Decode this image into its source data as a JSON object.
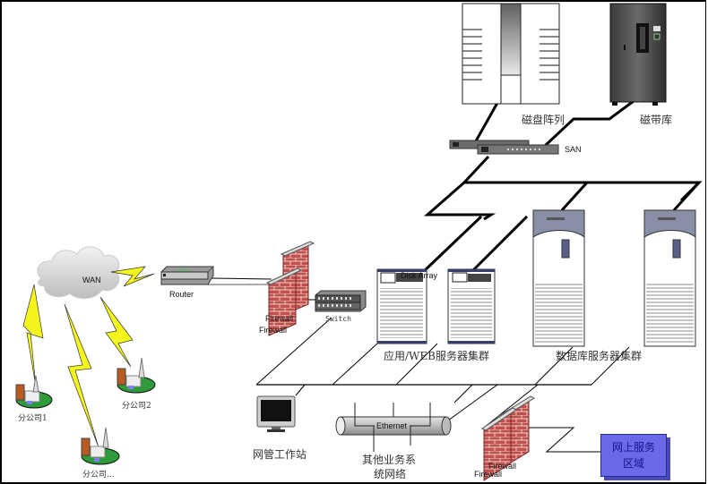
{
  "diagram": {
    "title": "",
    "nodes": {
      "disk_array": {
        "label": "磁盘阵列",
        "overlay_label": "Disk Array"
      },
      "tape_library": {
        "label": "磁带库"
      },
      "san_switch": {
        "label": "SAN"
      },
      "wan": {
        "label": "WAN"
      },
      "router": {
        "label": "Router"
      },
      "firewall_main": {
        "label_front": "Firewall",
        "label_back": "Firewall"
      },
      "switch": {
        "label": "Switch"
      },
      "web_cluster": {
        "label": "应用/WEB服务器集群"
      },
      "db_cluster": {
        "label": "数据库服务器集群"
      },
      "mgmt_workstation": {
        "label": "网管工作站"
      },
      "ethernet": {
        "label": "Ethernet",
        "caption_line1": "其他业务系",
        "caption_line2": "统网络"
      },
      "firewall_online": {
        "label_front": "Firewall",
        "label_back": "Firewall"
      },
      "online_zone": {
        "line1": "网上服务",
        "line2": "区域"
      },
      "branches": [
        {
          "label": "分公司1"
        },
        {
          "label": "分公司2"
        },
        {
          "label": "分公司..."
        }
      ]
    },
    "colors": {
      "lightning": "#f5f51e",
      "firewall_brick": "#c0504d",
      "zone_fill": "#6a6ae8",
      "server_accent": "#5a5f7a"
    }
  }
}
